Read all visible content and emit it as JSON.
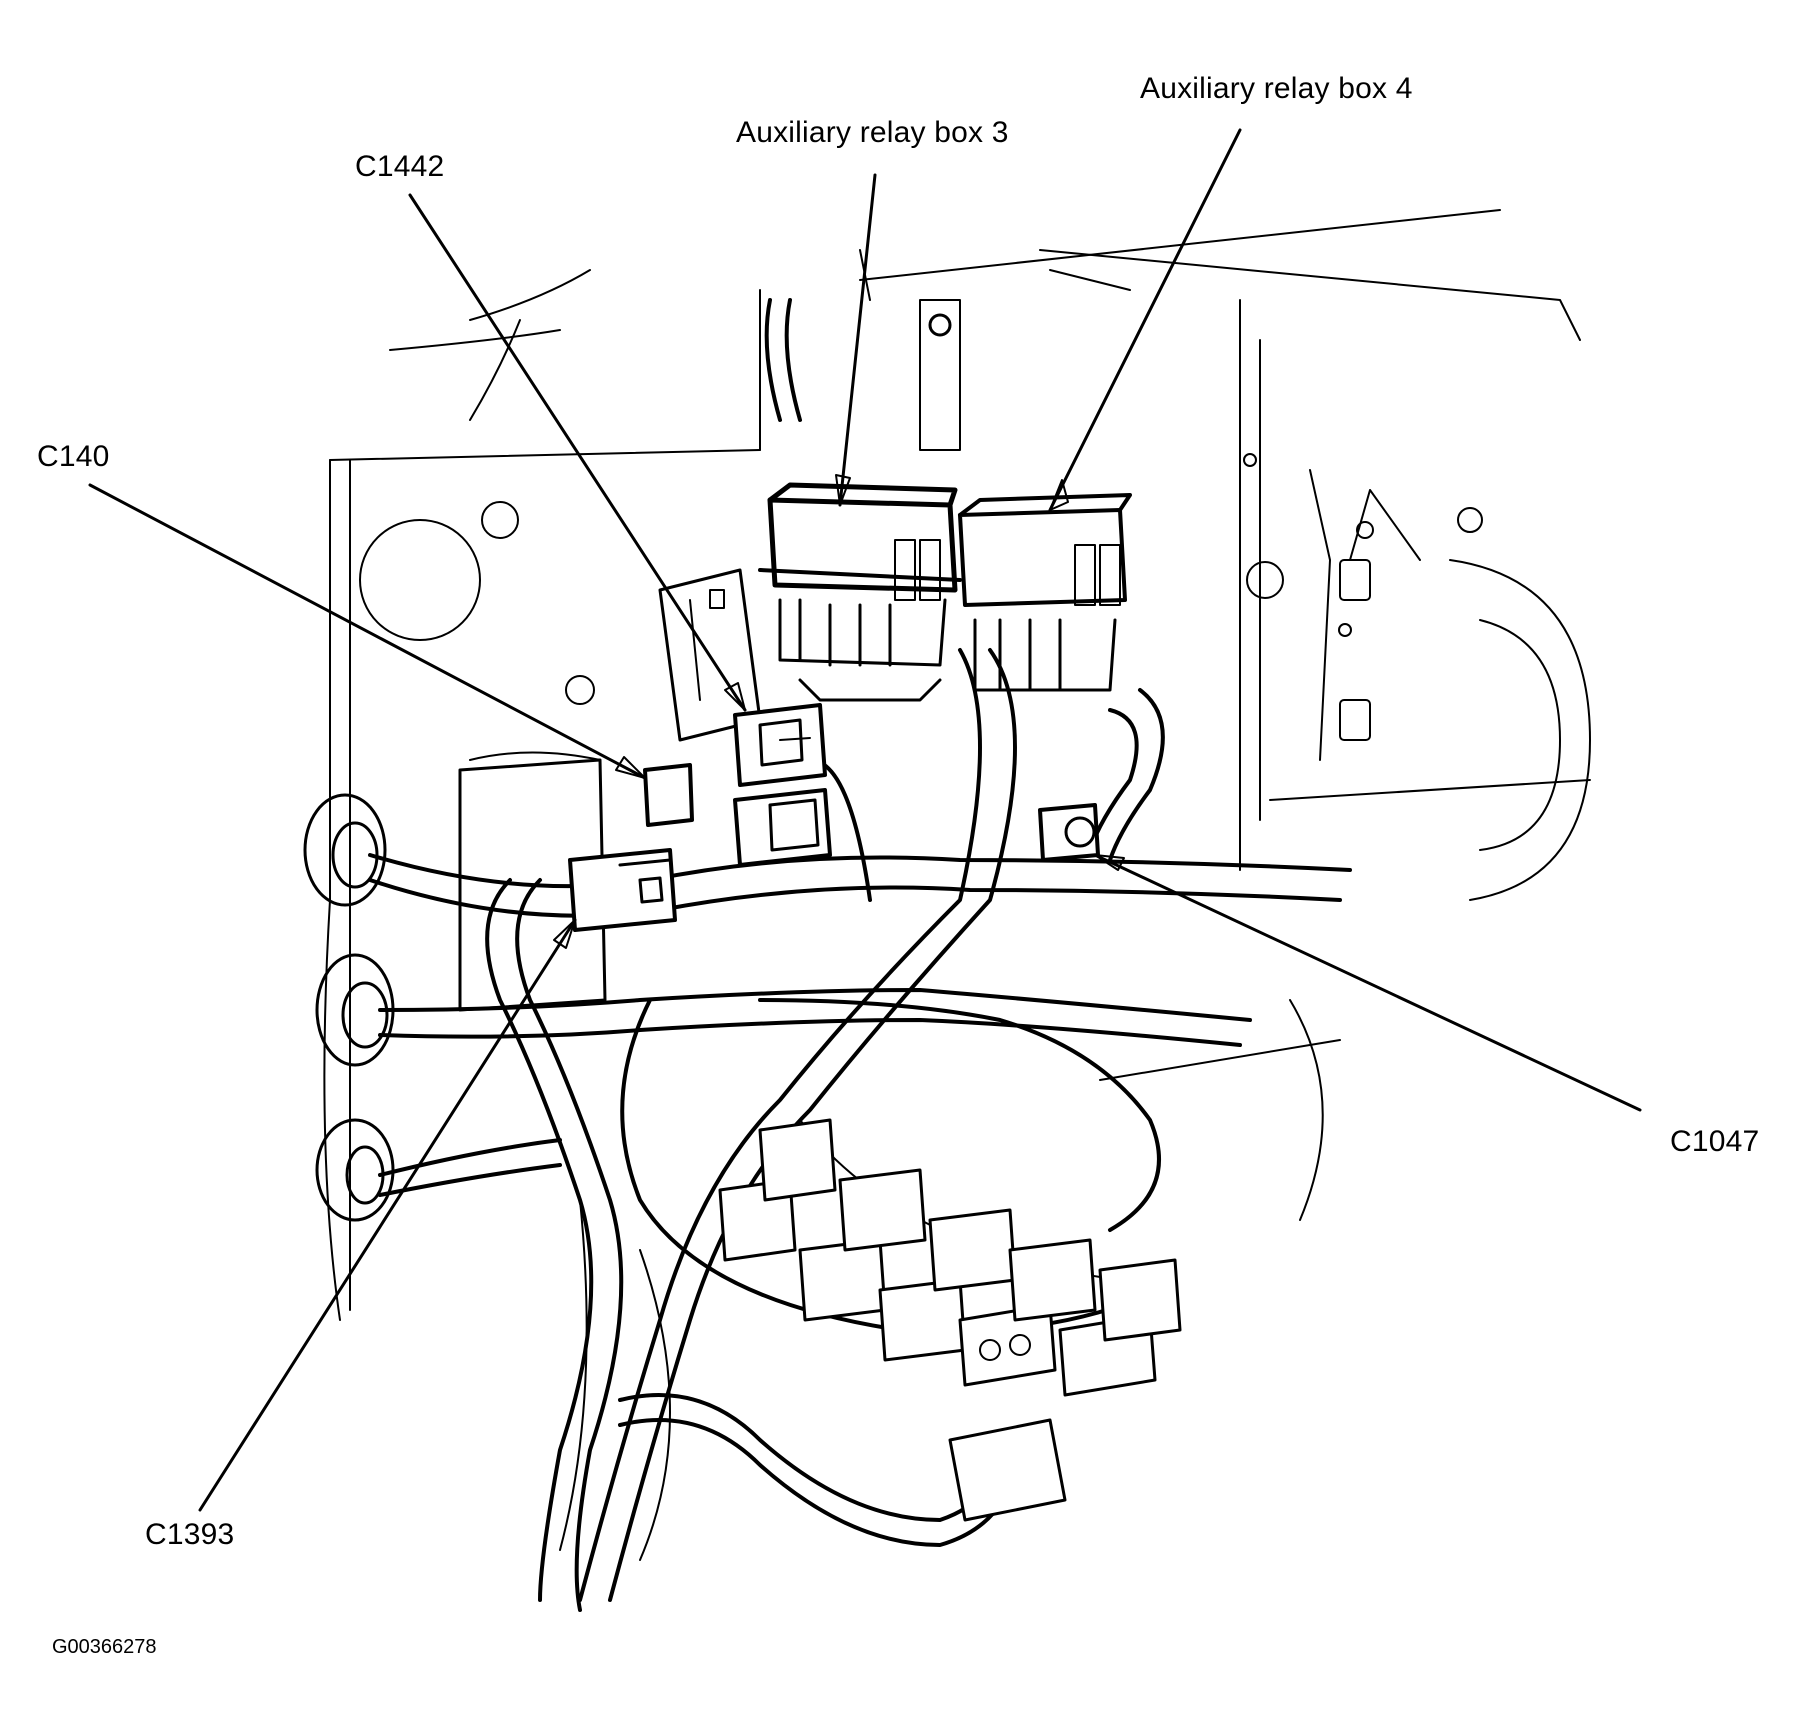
{
  "labels": {
    "aux_relay_box_4": "Auxiliary relay box 4",
    "aux_relay_box_3": "Auxiliary relay box 3",
    "c1442": "C1442",
    "c140": "C140",
    "c1047": "C1047",
    "c1393": "C1393"
  },
  "figure_id": "G00366278"
}
